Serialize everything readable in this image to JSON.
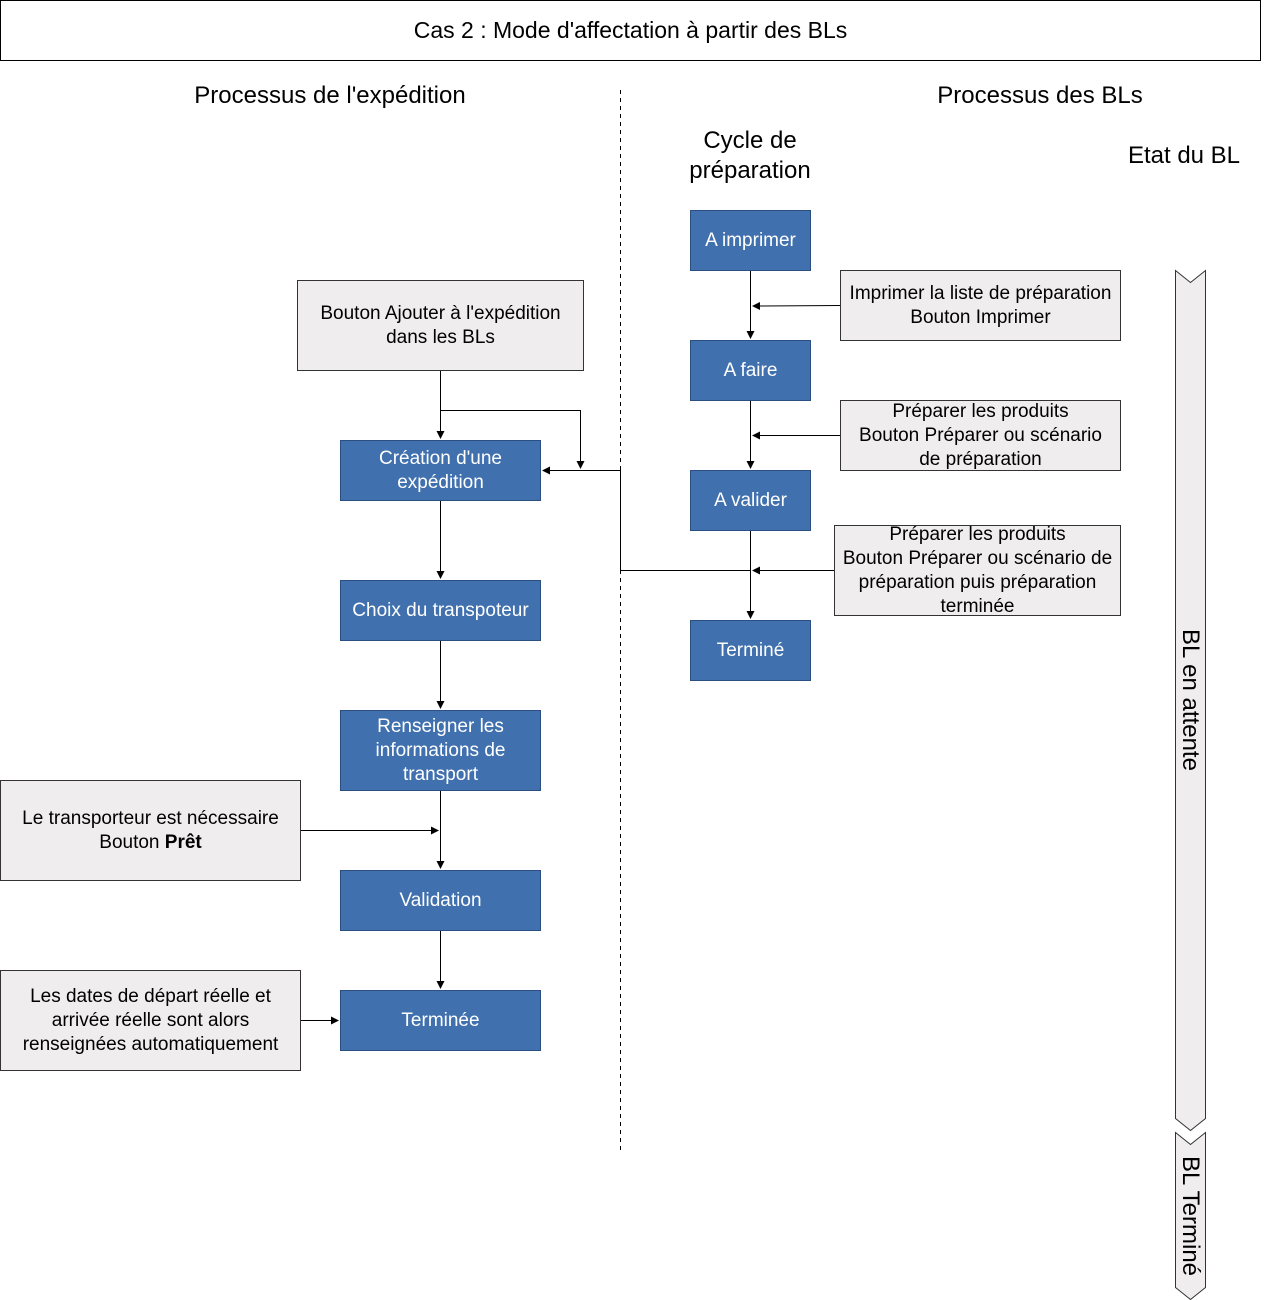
{
  "title": "Cas 2 : Mode d'affectation à partir des BLs",
  "headers": {
    "left": "Processus de l'expédition",
    "right": "Processus des BLs",
    "cycle": "Cycle de\npréparation",
    "etat": "Etat du BL"
  },
  "expedition": {
    "creation": "Création d'une\nexpédition",
    "choix": "Choix du transpoteur",
    "renseigner": "Renseigner les\ninformations de\ntransport",
    "validation": "Validation",
    "terminee": "Terminée"
  },
  "expedition_notes": {
    "ajouter": "Bouton Ajouter à l'expédition\ndans les BLs",
    "transporteur_line1": "Le transporteur est nécessaire",
    "transporteur_prefix": "Bouton ",
    "transporteur_bold": "Prêt",
    "dates": "Les dates de départ réelle et\narrivée réelle sont alors\nrenseignées automatiquement"
  },
  "bl_cycle": {
    "imprimer": "A imprimer",
    "faire": "A faire",
    "valider": "A valider",
    "termine": "Terminé"
  },
  "bl_notes": {
    "imprimer": "Imprimer la liste de préparation\nBouton Imprimer",
    "preparer": "Préparer les produits\nBouton Préparer ou scénario\nde préparation",
    "terminee": "Préparer les produits\nBouton Préparer ou scénario de\npréparation puis préparation\nterminée"
  },
  "etats": {
    "attente": "BL en attente",
    "termine": "BL Terminé"
  },
  "colors": {
    "step_fill": "#4070ad",
    "note_fill": "#efeded"
  }
}
